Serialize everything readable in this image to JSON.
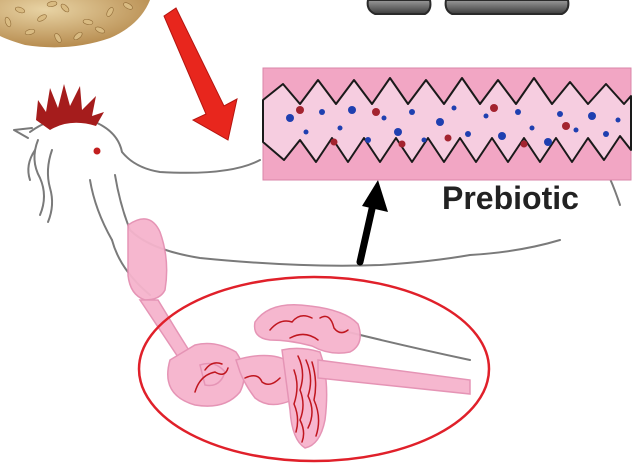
{
  "labels": {
    "prebiotic": "Prebiotic"
  },
  "colors": {
    "gut_pink": "#f2a6c4",
    "gut_fill": "#f6b4cd",
    "villi_line": "#1a1a1a",
    "bacteria_blue": "#1f3fb0",
    "bacteria_red": "#a3232f",
    "arrow_red": "#e8261d",
    "arrow_black": "#000000",
    "circle_red": "#e0202a",
    "comb_red": "#a51c1c",
    "outline_gray": "#7a7a7a",
    "grain_tan": "#c9a36a",
    "capsule_gray": "#5a5a5a"
  },
  "icons": {
    "feed_grains": "grain-pile",
    "supplement": "capsule-pair",
    "feed_arrow": "arrow-down-right",
    "flow_arrow": "arrow-up"
  }
}
